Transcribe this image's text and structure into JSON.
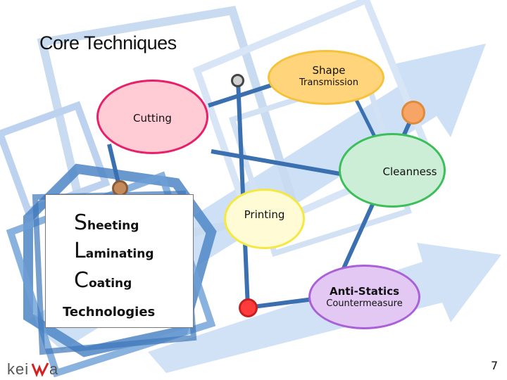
{
  "title": "Core Techniques",
  "nodes": {
    "shape": {
      "line1": "Shape",
      "line2": "Transmission"
    },
    "cutting": {
      "label": "Cutting"
    },
    "cleanness": {
      "label": "Cleanness"
    },
    "printing": {
      "label": "Printing"
    },
    "anti_statics": {
      "line1": "Anti-Statics",
      "line2": "Countermeasure"
    }
  },
  "technologies_box": {
    "lines": [
      {
        "initial": "S",
        "rest": "heeting"
      },
      {
        "initial": "L",
        "rest": "aminating"
      },
      {
        "initial": "C",
        "rest": "oating"
      }
    ],
    "footer": "Technologies"
  },
  "logo": {
    "text": "keiwa"
  },
  "page_number": "7",
  "colors": {
    "arrow_fill": "#a9c8ee",
    "frame_blue": "#4f86c6",
    "connector": "#3a6fb0",
    "shape_node": "#ffd47a",
    "cutting_node": "#ffccd5",
    "cleanness_node": "#cdeed6",
    "printing_node": "#fffbd4",
    "anti_statics_node": "#e2c8f2"
  }
}
